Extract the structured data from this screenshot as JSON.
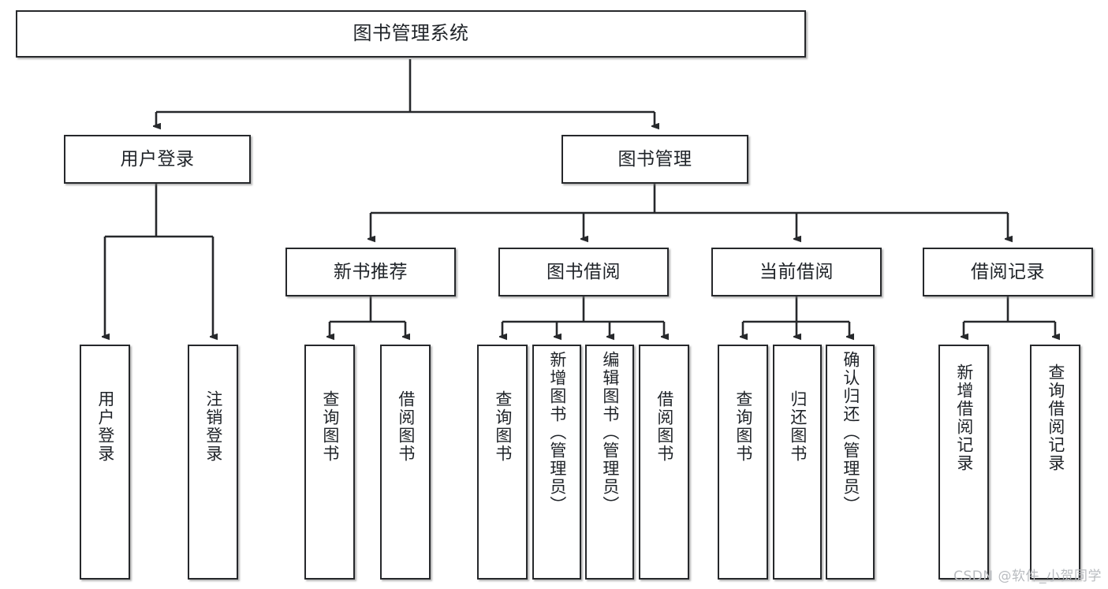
{
  "diagram": {
    "title": "图书管理系统",
    "type": "tree-hierarchy-chart",
    "colors": {
      "stroke": "#26282b",
      "text": "#1f2328",
      "background": "#ffffff",
      "watermark": "#b9bcc0"
    },
    "watermark": "CSDN @软件_小贺同学"
  },
  "nodes": {
    "root": {
      "label": "图书管理系统"
    },
    "level2": [
      {
        "label": "用户登录"
      },
      {
        "label": "图书管理"
      }
    ],
    "level3": [
      {
        "label": "新书推荐"
      },
      {
        "label": "图书借阅"
      },
      {
        "label": "当前借阅"
      },
      {
        "label": "借阅记录"
      }
    ],
    "leaves": {
      "user_login": [
        {
          "label": "用户登录"
        },
        {
          "label": "注销登录"
        }
      ],
      "new_book_recommend": [
        {
          "label": "查询图书"
        },
        {
          "label": "借阅图书"
        }
      ],
      "book_borrow": [
        {
          "label": "查询图书"
        },
        {
          "label": "新增图书（管理员）"
        },
        {
          "label": "编辑图书（管理员）"
        },
        {
          "label": "借阅图书"
        }
      ],
      "current_borrow": [
        {
          "label": "查询图书"
        },
        {
          "label": "归还图书"
        },
        {
          "label": "确认归还（管理员）"
        }
      ],
      "borrow_record": [
        {
          "label": "新增借阅记录"
        },
        {
          "label": "查询借阅记录"
        }
      ]
    }
  }
}
